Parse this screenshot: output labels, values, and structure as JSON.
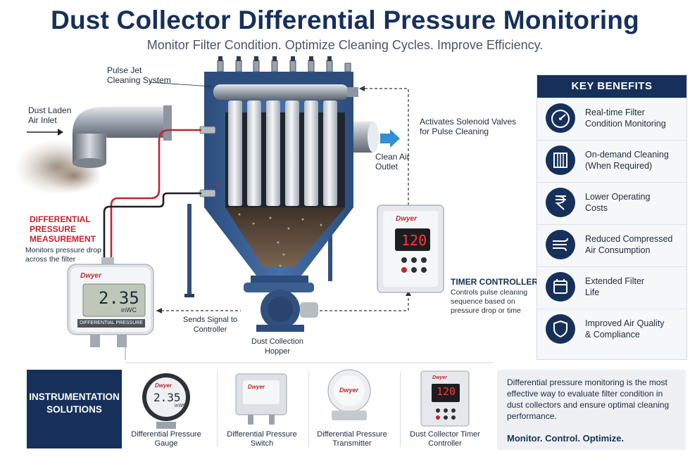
{
  "header": {
    "title": "Dust Collector Differential Pressure Monitoring",
    "subtitle": "Monitor Filter Condition. Optimize Cleaning Cycles. Improve Efficiency."
  },
  "diagram": {
    "pulse_jet": [
      "Pulse Jet",
      "Cleaning System"
    ],
    "inlet": [
      "Dust Laden",
      "Air Inlet"
    ],
    "solenoid": [
      "Activates Solenoid Valves",
      "for Pulse Cleaning"
    ],
    "clean_air": [
      "Clean Air",
      "Outlet"
    ],
    "dp_title": [
      "DIFFERENTIAL",
      "PRESSURE",
      "MEASUREMENT"
    ],
    "dp_desc": [
      "Monitors pressure drop",
      "across the filter"
    ],
    "sends_signal": [
      "Sends Signal to",
      "Controller"
    ],
    "hopper": [
      "Dust Collection",
      "Hopper"
    ],
    "timer_title": "TIMER CONTROLLER",
    "timer_desc": [
      "Controls pulse cleaning",
      "sequence based on",
      "pressure drop or time"
    ],
    "plus": "+",
    "minus": "−",
    "gauge": {
      "brand": "Dwyer",
      "reading": "2.35",
      "unit": "inWC",
      "label": "DIFFERENTIAL PRESSURE"
    },
    "controller": {
      "brand": "Dwyer",
      "reading": "120"
    }
  },
  "benefits": {
    "heading": "KEY BENEFITS",
    "items": [
      {
        "icon": "gauge-icon",
        "text": [
          "Real-time Filter",
          "Condition Monitoring"
        ]
      },
      {
        "icon": "filter-icon",
        "text": [
          "On-demand Cleaning",
          "(When Required)"
        ]
      },
      {
        "icon": "rupee-icon",
        "text": [
          "Lower Operating",
          "Costs"
        ]
      },
      {
        "icon": "air-icon",
        "text": [
          "Reduced Compressed",
          "Air Consumption"
        ]
      },
      {
        "icon": "calendar-icon",
        "text": [
          "Extended Filter",
          "Life"
        ]
      },
      {
        "icon": "shield-icon",
        "text": [
          "Improved Air Quality",
          "& Compliance"
        ]
      }
    ]
  },
  "bottom": {
    "solutions": [
      "INSTRUMENTATION",
      "SOLUTIONS"
    ],
    "products": [
      {
        "label": [
          "Differential Pressure",
          "Gauge"
        ],
        "reading": "2.35",
        "unit": "inWC",
        "brand": "Dwyer"
      },
      {
        "label": [
          "Differential Pressure",
          "Switch"
        ],
        "brand": "Dwyer"
      },
      {
        "label": [
          "Differential Pressure",
          "Transmitter"
        ],
        "brand": "Dwyer"
      },
      {
        "label": [
          "Dust Collector Timer",
          "Controller"
        ],
        "reading": "120",
        "brand": "Dwyer"
      }
    ],
    "note": "Differential pressure monitoring is the most effective way to evaluate filter condition in dust collectors and ensure optimal cleaning performance.",
    "slogan": "Monitor. Control. Optimize."
  },
  "colors": {
    "navy": "#16305a",
    "steel_blue": "#3a5f91",
    "red": "#c0262d",
    "accent_blue": "#2f8fd8"
  }
}
